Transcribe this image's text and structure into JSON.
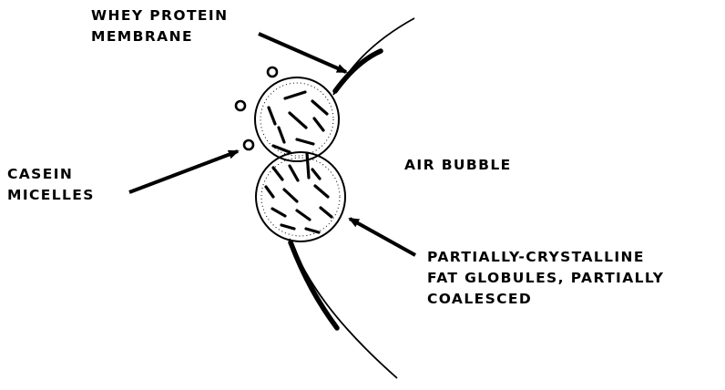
{
  "labels": {
    "whey_protein_membrane": [
      "WHEY PROTEIN",
      "MEMBRANE"
    ],
    "casein_micelles": [
      "CASEIN",
      "MICELLES"
    ],
    "air_bubble": "AIR BUBBLE",
    "fat_globules": [
      "PARTIALLY-CRYSTALLINE",
      "FAT GLOBULES, PARTIALLY",
      "COALESCED"
    ]
  },
  "colors": {
    "ink": "#000000",
    "background": "#ffffff"
  }
}
